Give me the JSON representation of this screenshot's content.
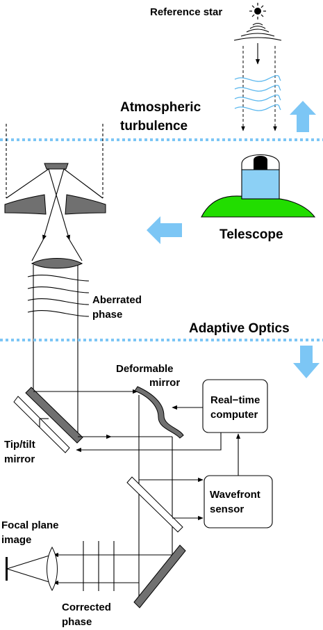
{
  "labels": {
    "reference_star": "Reference star",
    "atmospheric_line1": "Atmospheric",
    "atmospheric_line2": "turbulence",
    "telescope": "Telescope",
    "aberrated_line1": "Aberrated",
    "aberrated_line2": "phase",
    "adaptive_optics": "Adaptive Optics",
    "deformable_line1": "Deformable",
    "deformable_line2": "mirror",
    "realtime_line1": "Real−time",
    "realtime_line2": "computer",
    "tiptilt_line1": "Tip/tilt",
    "tiptilt_line2": "mirror",
    "wavefront_line1": "Wavefront",
    "wavefront_line2": "sensor",
    "focal_line1": "Focal plane",
    "focal_line2": "image",
    "corrected_line1": "Corrected",
    "corrected_line2": "phase"
  },
  "colors": {
    "accent_blue": "#7cc6f5",
    "turbulence_blue": "#5cb8ee",
    "hill_green": "#22dd00",
    "telescope_body": "#8cd0f5",
    "mirror_gray": "#707070"
  },
  "icons": {
    "star": "sun-star-icon",
    "arrow_up": "up-arrow-icon",
    "arrow_left": "left-arrow-icon",
    "arrow_down": "down-arrow-icon"
  }
}
